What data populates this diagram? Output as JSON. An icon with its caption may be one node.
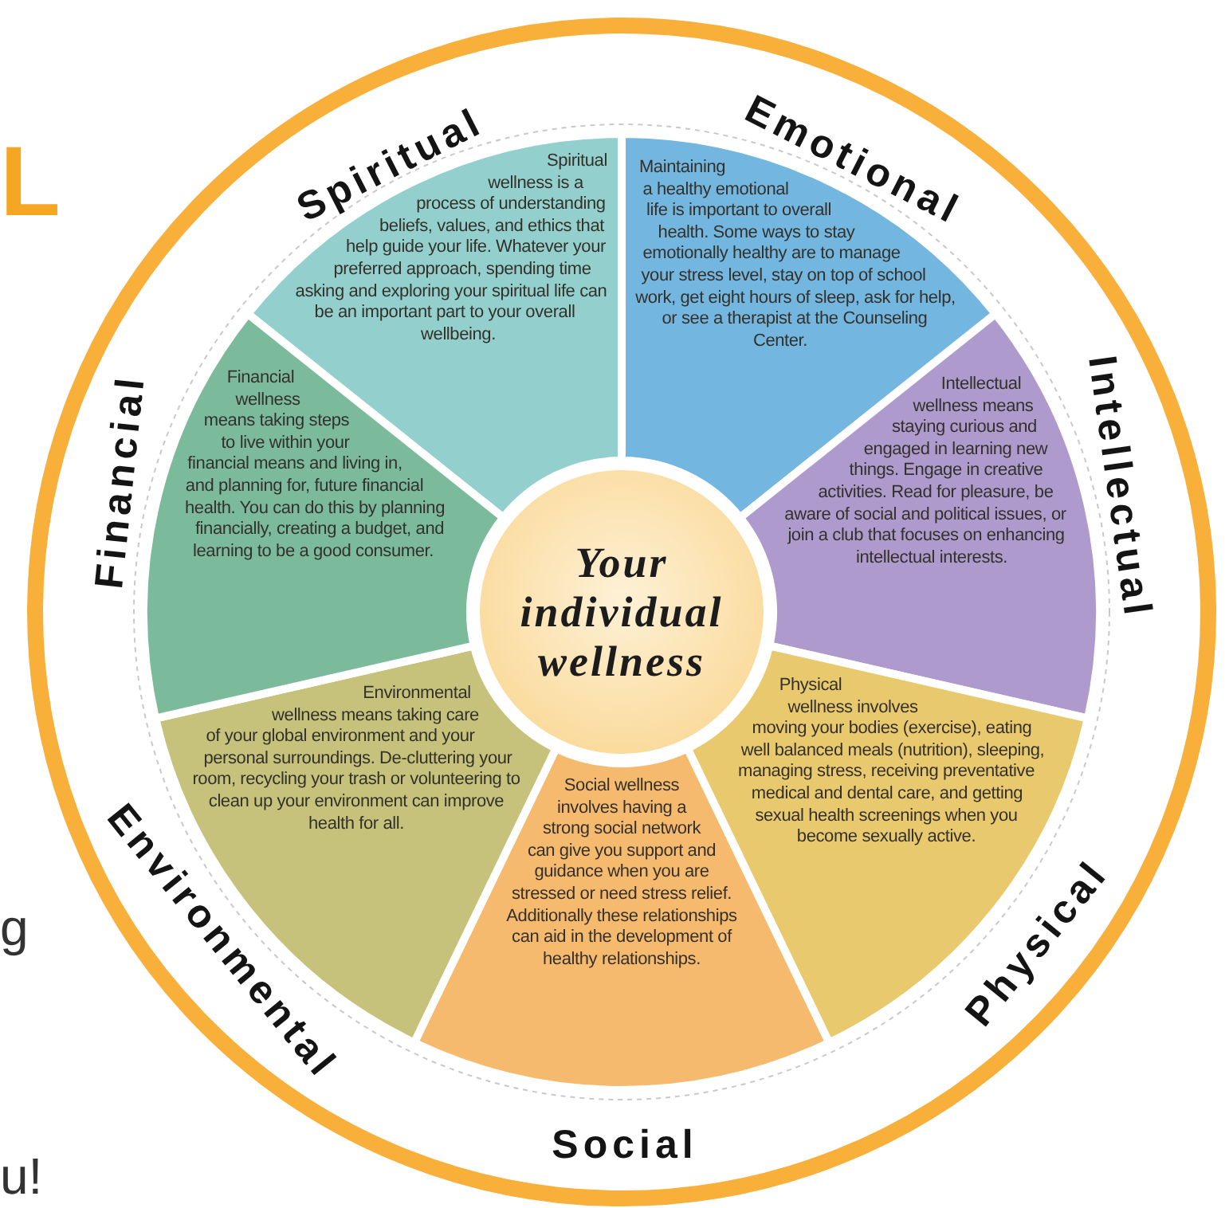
{
  "diagram": {
    "nodes": [
      {
        "text": [
          "Spiritual",
          "Spiritual wellness is a process of understanding beliefs, values, and ethics that help guide your life. Whatever your preferred approach, spending time asking and exploring your spiritual life can be an important part to your overall wellbeing."
        ]
      },
      {
        "text": [
          "Emotional",
          "Maintaining a healthy emotional life is important to overall health. Some ways to stay emotionally healthy are to manage your stress level, stay on top of school work, get eight hours of sleep, ask for help, or see a therapist at the Counseling Center."
        ]
      },
      {
        "text": [
          "Intellectual",
          "Intellectual wellness means staying curious and engaged in learning new things. Engage in creative activities. Read for pleasure, be aware of social and political issues, or join a club that focuses on enhancing intellectual interests."
        ]
      },
      {
        "text": [
          "Physical wellness involves moving your bodies (exercise), eating well balanced meals (nutrition), sleeping, managing stress, receiving preventative medical and dental care, and getting sexual health screenings when you become sexually active.",
          "Physical"
        ]
      },
      {
        "text": [
          "Social wellness involves having a strong social network can give you support and guidance when you are stressed or need stress relief. Additionally these relationships can aid in the development of healthy relationships.",
          "Social"
        ]
      },
      {
        "text": [
          "Environmental wellness means taking care of your global environment and your personal surroundings. De-cluttering your room, recycling your trash or volunteering to clean up your environment can improve health for all.",
          "Environmental"
        ]
      },
      {
        "text": [
          "Financial",
          "Financial wellness means taking steps to live within your financial means and living in, and planning for, future financial health. You can do this by planning financially, creating a budget, and learning to be a good consumer."
        ]
      },
      {
        "text": [
          "Your individual wellness"
        ]
      }
    ],
    "labels": [
      "L",
      "g",
      "u!"
    ]
  }
}
